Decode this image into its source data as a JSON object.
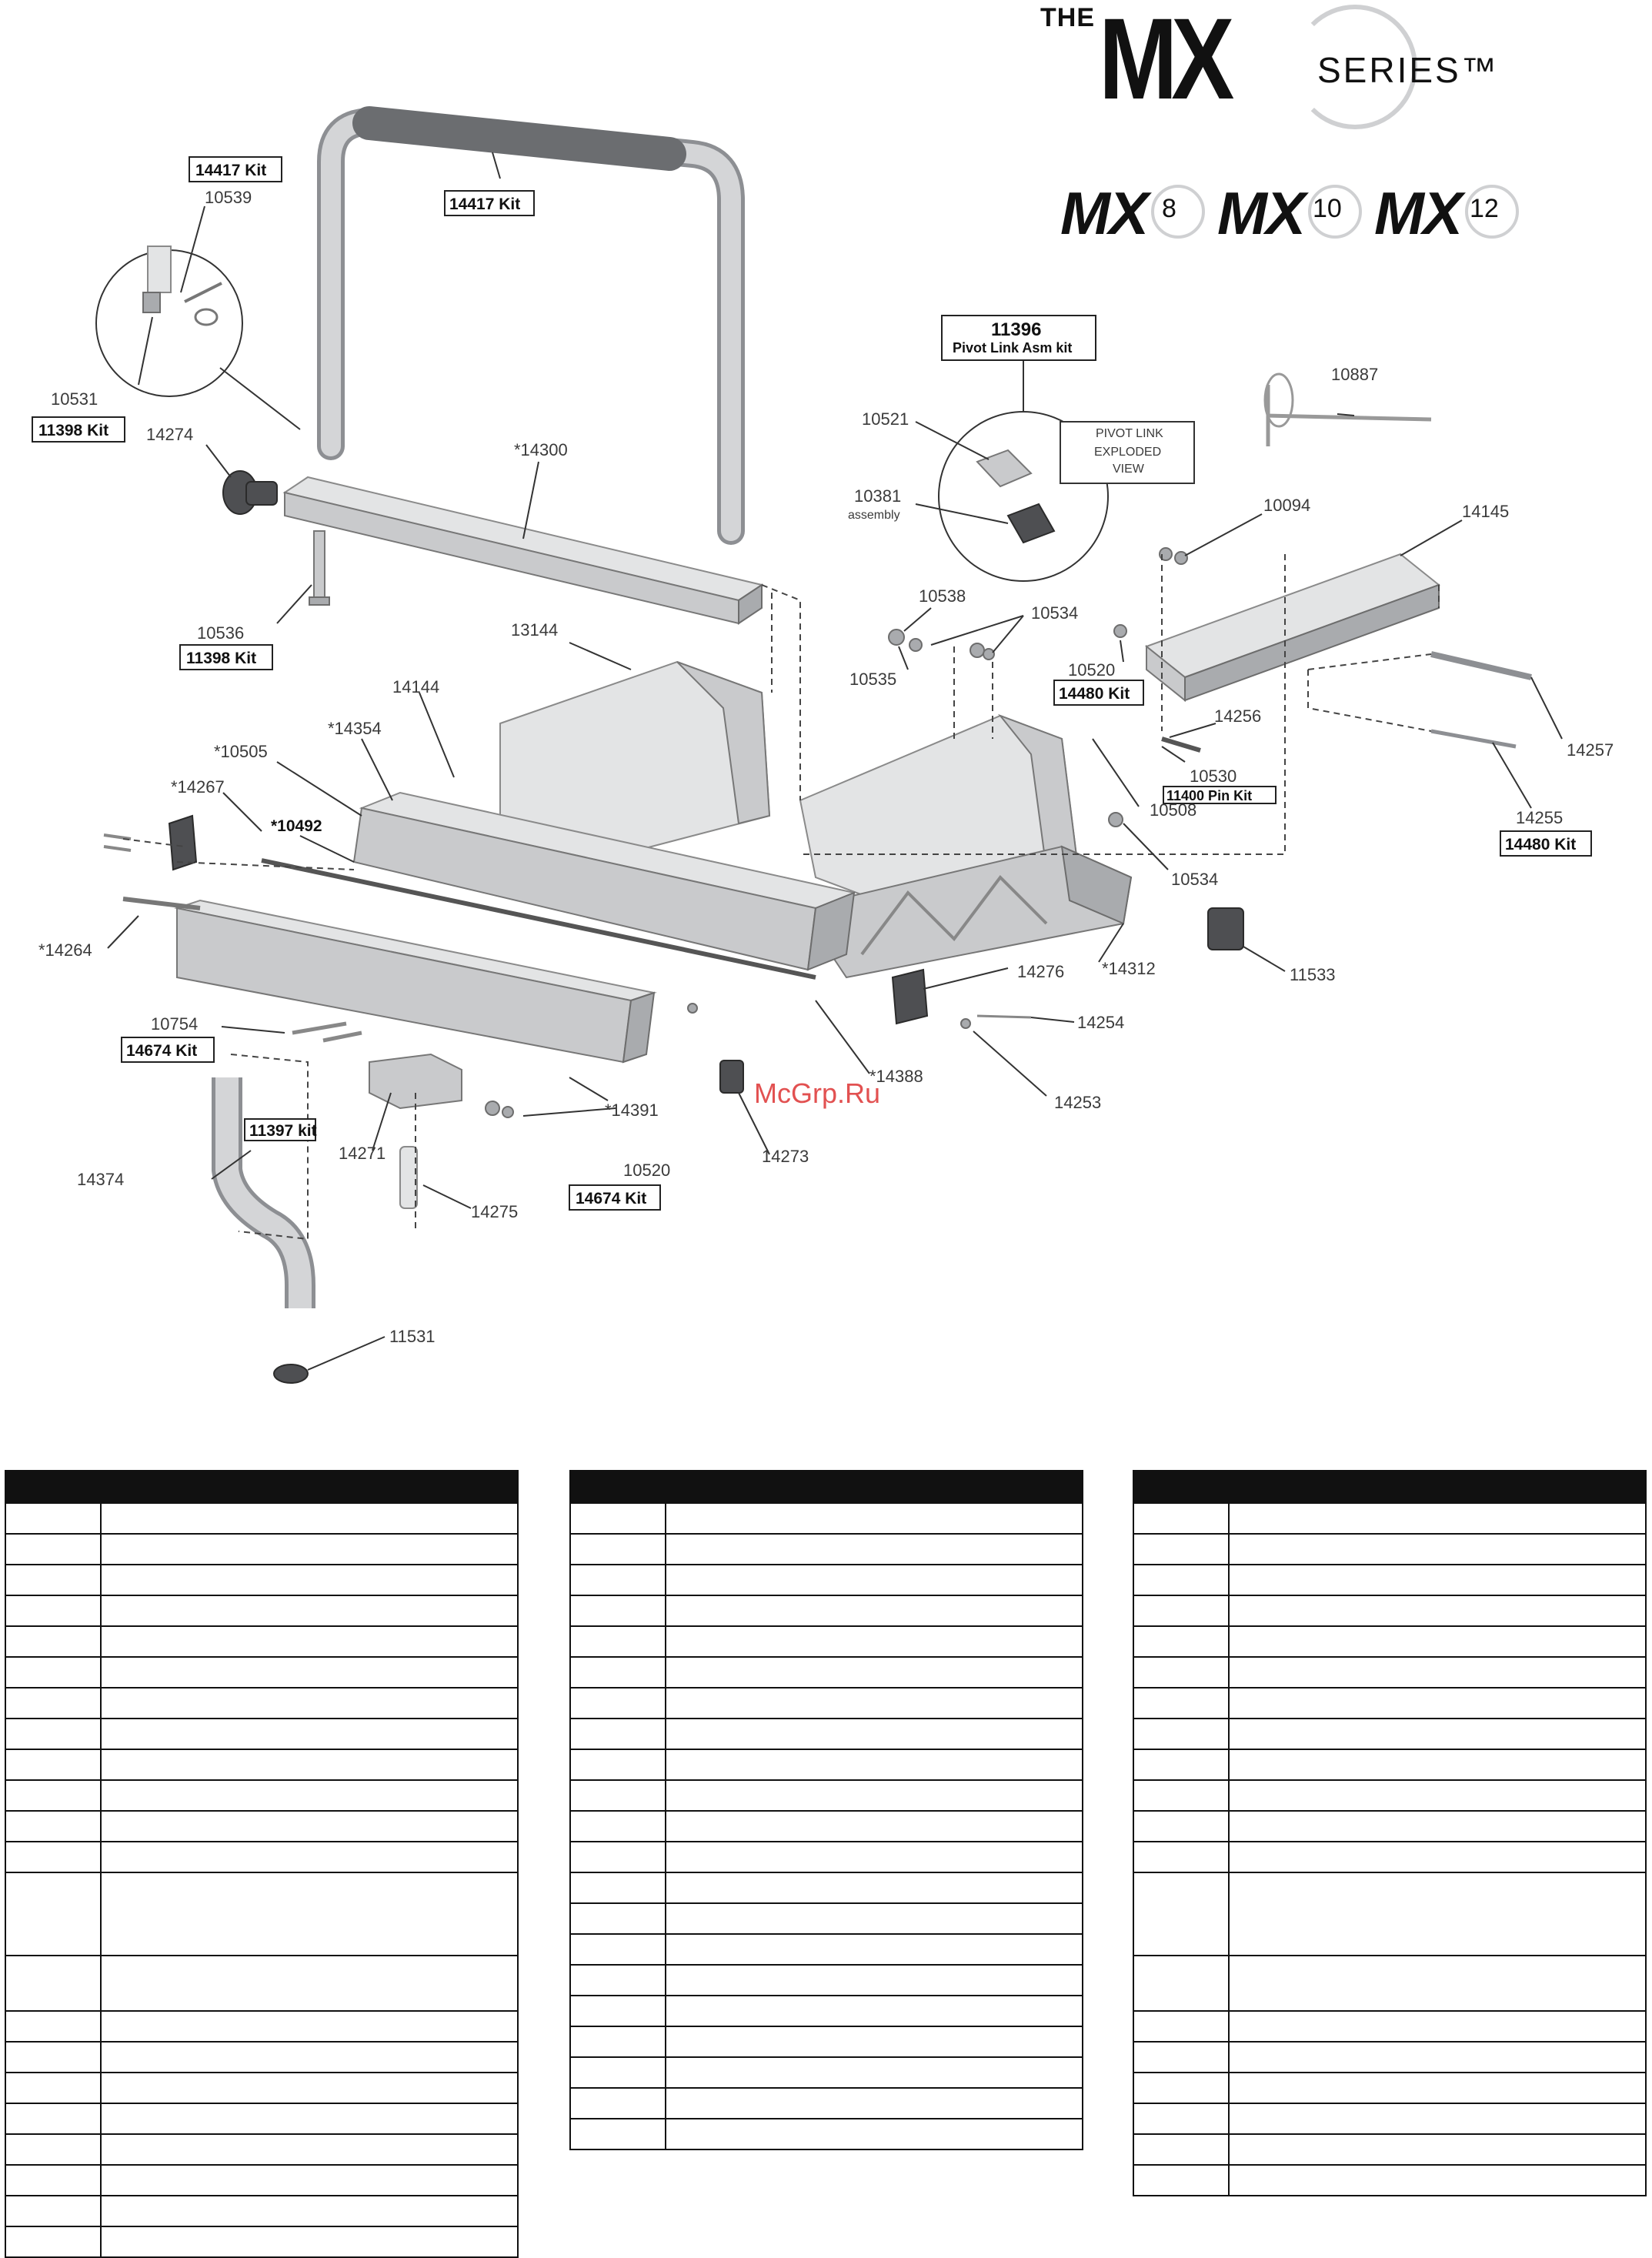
{
  "brand": {
    "the": "THE",
    "mx": "MX",
    "series": "SERIES™",
    "models": [
      {
        "prefix": "MX",
        "size": "8"
      },
      {
        "prefix": "MX",
        "size": "10"
      },
      {
        "prefix": "MX",
        "size": "12"
      }
    ]
  },
  "watermark": "McGrp.Ru",
  "callouts": {
    "kit_14417_a": "14417 Kit",
    "n10539": "10539",
    "kit_14417_b": "14417 Kit",
    "n10531": "10531",
    "kit_11398_a": "11398 Kit",
    "n14274": "14274",
    "n14300": "*14300",
    "n10536": "10536",
    "kit_11398_b": "11398 Kit",
    "n13144": "13144",
    "n14144": "14144",
    "n10505": "*10505",
    "n14354": "*14354",
    "n14267": "*14267",
    "n10492": "*10492",
    "n14264": "*14264",
    "n10754": "10754",
    "kit_14674_a": "14674 Kit",
    "kit_11397": "11397 kit",
    "n14374": "14374",
    "n14271": "14271",
    "n14275": "14275",
    "n10520a": "10520",
    "kit_14674_b": "14674 Kit",
    "n14391": "*14391",
    "n14273": "14273",
    "n14388": "*14388",
    "n11531": "11531",
    "kit_11396": "11396",
    "kit_11396_sub": "Pivot Link Asm kit",
    "n10521": "10521",
    "n10381": "10381",
    "n10381_sub": "assembly",
    "pivot_view_1": "PIVOT LINK",
    "pivot_view_2": "EXPLODED",
    "pivot_view_3": "VIEW",
    "n10887": "10887",
    "n10094": "10094",
    "n14145": "14145",
    "n10538": "10538",
    "n10534a": "10534",
    "n10535": "10535",
    "n10520b": "10520",
    "kit_14480_a": "14480 Kit",
    "n14256": "14256",
    "n10530": "10530",
    "kit_11400": "11400 Pin Kit",
    "n10508": "10508",
    "n14257": "14257",
    "n14255": "14255",
    "kit_14480_b": "14480 Kit",
    "n10534b": "10534",
    "n14312": "*14312",
    "n11533": "11533",
    "n14276": "14276",
    "n14254": "14254",
    "n14253": "14253"
  },
  "tables": [
    {
      "rows": 22,
      "tall_rows": [
        12,
        13
      ]
    },
    {
      "rows": 21,
      "tall_rows": []
    },
    {
      "rows": 20,
      "tall_rows": [
        12,
        13
      ]
    }
  ]
}
